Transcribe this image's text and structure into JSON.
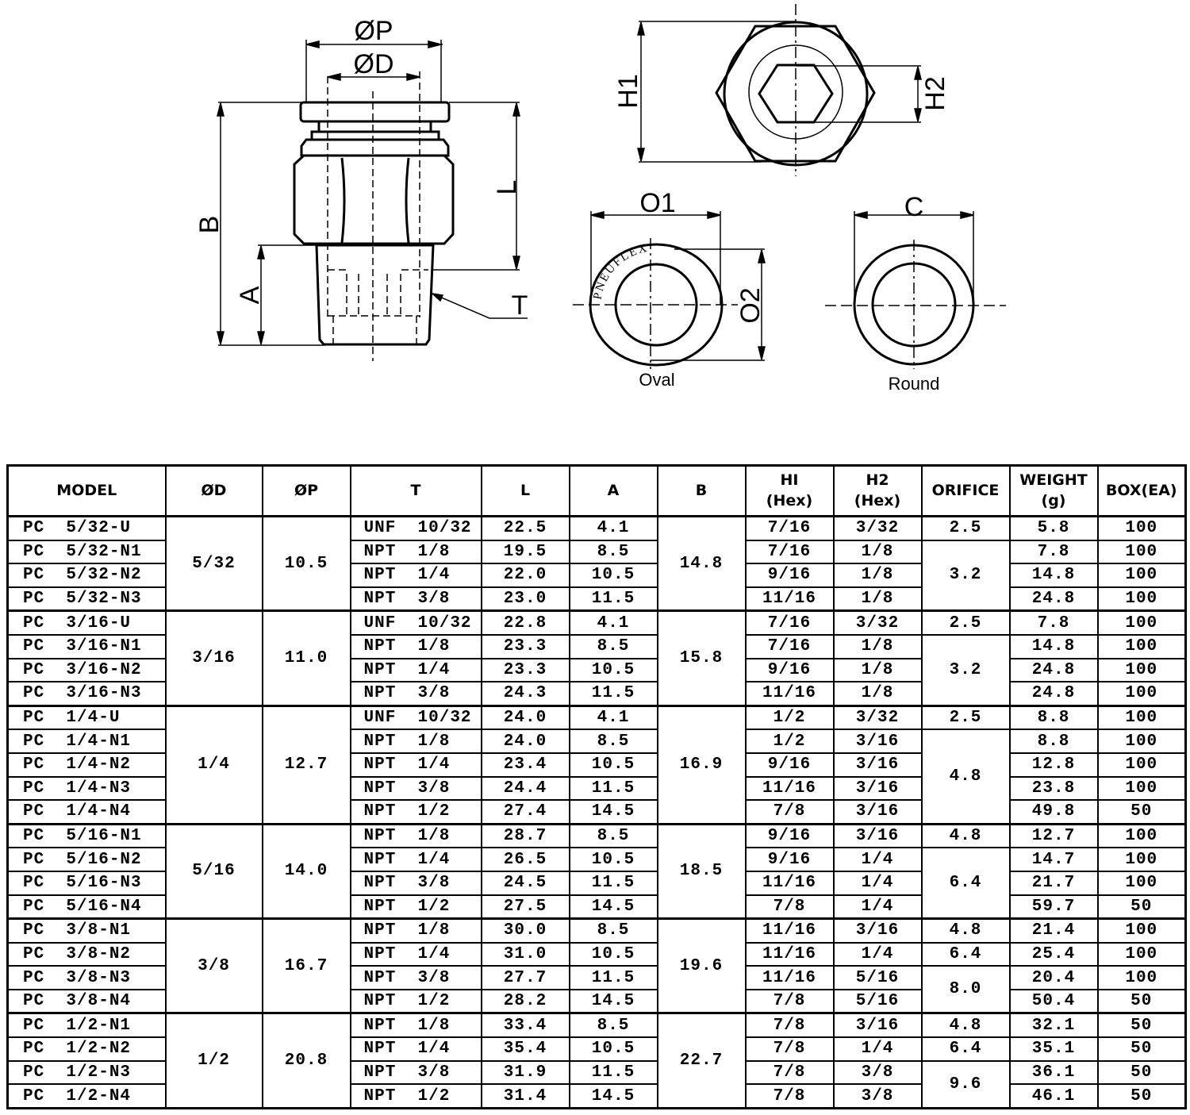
{
  "drawing": {
    "side_view": {
      "labels": {
        "p": "ØP",
        "d": "ØD",
        "b": "B",
        "l": "L",
        "a": "A",
        "t": "T"
      }
    },
    "top_view": {
      "labels": {
        "h1": "H1",
        "h2": "H2"
      }
    },
    "oval_view": {
      "labels": {
        "o1": "O1",
        "o2": "O2",
        "caption": "Oval",
        "brand": "PNEUFLEX"
      }
    },
    "round_view": {
      "labels": {
        "c": "C",
        "caption": "Round"
      }
    }
  },
  "table": {
    "headers": [
      {
        "line1": "MODEL",
        "line2": ""
      },
      {
        "line1": "ØD",
        "line2": ""
      },
      {
        "line1": "ØP",
        "line2": ""
      },
      {
        "line1": "T",
        "line2": ""
      },
      {
        "line1": "L",
        "line2": ""
      },
      {
        "line1": "A",
        "line2": ""
      },
      {
        "line1": "B",
        "line2": ""
      },
      {
        "line1": "HI",
        "line2": "(Hex)"
      },
      {
        "line1": "H2",
        "line2": "(Hex)"
      },
      {
        "line1": "ORIFICE",
        "line2": ""
      },
      {
        "line1": "WEIGHT",
        "line2": "(g)"
      },
      {
        "line1": "BOX(EA)",
        "line2": ""
      }
    ],
    "groups": [
      {
        "od": "5/32",
        "op": "10.5",
        "b": "14.8",
        "rows": [
          {
            "model": "PC  5/32-U",
            "t": "UNF  10/32",
            "l": "22.5",
            "a": "4.1",
            "h1": "7/16",
            "h2": "3/32",
            "orifice": "2.5",
            "weight": "5.8",
            "box": "100"
          },
          {
            "model": "PC  5/32-N1",
            "t": "NPT  1/8",
            "l": "19.5",
            "a": "8.5",
            "h1": "7/16",
            "h2": "1/8",
            "orifice": "3.2",
            "weight": "7.8",
            "box": "100"
          },
          {
            "model": "PC  5/32-N2",
            "t": "NPT  1/4",
            "l": "22.0",
            "a": "10.5",
            "h1": "9/16",
            "h2": "1/8",
            "orifice": "",
            "weight": "14.8",
            "box": "100"
          },
          {
            "model": "PC  5/32-N3",
            "t": "NPT  3/8",
            "l": "23.0",
            "a": "11.5",
            "h1": "11/16",
            "h2": "1/8",
            "orifice": "",
            "weight": "24.8",
            "box": "100"
          }
        ]
      },
      {
        "od": "3/16",
        "op": "11.0",
        "b": "15.8",
        "rows": [
          {
            "model": "PC  3/16-U",
            "t": "UNF  10/32",
            "l": "22.8",
            "a": "4.1",
            "h1": "7/16",
            "h2": "3/32",
            "orifice": "2.5",
            "weight": "7.8",
            "box": "100"
          },
          {
            "model": "PC  3/16-N1",
            "t": "NPT  1/8",
            "l": "23.3",
            "a": "8.5",
            "h1": "7/16",
            "h2": "1/8",
            "orifice": "3.2",
            "weight": "14.8",
            "box": "100"
          },
          {
            "model": "PC  3/16-N2",
            "t": "NPT  1/4",
            "l": "23.3",
            "a": "10.5",
            "h1": "9/16",
            "h2": "1/8",
            "orifice": "",
            "weight": "24.8",
            "box": "100"
          },
          {
            "model": "PC  3/16-N3",
            "t": "NPT  3/8",
            "l": "24.3",
            "a": "11.5",
            "h1": "11/16",
            "h2": "1/8",
            "orifice": "",
            "weight": "24.8",
            "box": "100"
          }
        ]
      },
      {
        "od": "1/4",
        "op": "12.7",
        "b": "16.9",
        "rows": [
          {
            "model": "PC  1/4-U",
            "t": "UNF  10/32",
            "l": "24.0",
            "a": "4.1",
            "h1": "1/2",
            "h2": "3/32",
            "orifice": "2.5",
            "weight": "8.8",
            "box": "100"
          },
          {
            "model": "PC  1/4-N1",
            "t": "NPT  1/8",
            "l": "24.0",
            "a": "8.5",
            "h1": "1/2",
            "h2": "3/16",
            "orifice": "4.8",
            "weight": "8.8",
            "box": "100"
          },
          {
            "model": "PC  1/4-N2",
            "t": "NPT  1/4",
            "l": "23.4",
            "a": "10.5",
            "h1": "9/16",
            "h2": "3/16",
            "orifice": "",
            "weight": "12.8",
            "box": "100"
          },
          {
            "model": "PC  1/4-N3",
            "t": "NPT  3/8",
            "l": "24.4",
            "a": "11.5",
            "h1": "11/16",
            "h2": "3/16",
            "orifice": "",
            "weight": "23.8",
            "box": "100"
          },
          {
            "model": "PC  1/4-N4",
            "t": "NPT  1/2",
            "l": "27.4",
            "a": "14.5",
            "h1": "7/8",
            "h2": "3/16",
            "orifice": "",
            "weight": "49.8",
            "box": "50"
          }
        ]
      },
      {
        "od": "5/16",
        "op": "14.0",
        "b": "18.5",
        "rows": [
          {
            "model": "PC  5/16-N1",
            "t": "NPT  1/8",
            "l": "28.7",
            "a": "8.5",
            "h1": "9/16",
            "h2": "3/16",
            "orifice": "4.8",
            "weight": "12.7",
            "box": "100"
          },
          {
            "model": "PC  5/16-N2",
            "t": "NPT  1/4",
            "l": "26.5",
            "a": "10.5",
            "h1": "9/16",
            "h2": "1/4",
            "orifice": "6.4",
            "weight": "14.7",
            "box": "100"
          },
          {
            "model": "PC  5/16-N3",
            "t": "NPT  3/8",
            "l": "24.5",
            "a": "11.5",
            "h1": "11/16",
            "h2": "1/4",
            "orifice": "",
            "weight": "21.7",
            "box": "100"
          },
          {
            "model": "PC  5/16-N4",
            "t": "NPT  1/2",
            "l": "27.5",
            "a": "14.5",
            "h1": "7/8",
            "h2": "1/4",
            "orifice": "",
            "weight": "59.7",
            "box": "50"
          }
        ]
      },
      {
        "od": "3/8",
        "op": "16.7",
        "b": "19.6",
        "rows": [
          {
            "model": "PC  3/8-N1",
            "t": "NPT  1/8",
            "l": "30.0",
            "a": "8.5",
            "h1": "11/16",
            "h2": "3/16",
            "orifice": "4.8",
            "weight": "21.4",
            "box": "100"
          },
          {
            "model": "PC  3/8-N2",
            "t": "NPT  1/4",
            "l": "31.0",
            "a": "10.5",
            "h1": "11/16",
            "h2": "1/4",
            "orifice": "6.4",
            "weight": "25.4",
            "box": "100"
          },
          {
            "model": "PC  3/8-N3",
            "t": "NPT  3/8",
            "l": "27.7",
            "a": "11.5",
            "h1": "11/16",
            "h2": "5/16",
            "orifice": "8.0",
            "weight": "20.4",
            "box": "100"
          },
          {
            "model": "PC  3/8-N4",
            "t": "NPT  1/2",
            "l": "28.2",
            "a": "14.5",
            "h1": "7/8",
            "h2": "5/16",
            "orifice": "",
            "weight": "50.4",
            "box": "50"
          }
        ]
      },
      {
        "od": "1/2",
        "op": "20.8",
        "b": "22.7",
        "rows": [
          {
            "model": "PC  1/2-N1",
            "t": "NPT  1/8",
            "l": "33.4",
            "a": "8.5",
            "h1": "7/8",
            "h2": "3/16",
            "orifice": "4.8",
            "weight": "32.1",
            "box": "50"
          },
          {
            "model": "PC  1/2-N2",
            "t": "NPT  1/4",
            "l": "35.4",
            "a": "10.5",
            "h1": "7/8",
            "h2": "1/4",
            "orifice": "6.4",
            "weight": "35.1",
            "box": "50"
          },
          {
            "model": "PC  1/2-N3",
            "t": "NPT  3/8",
            "l": "31.9",
            "a": "11.5",
            "h1": "7/8",
            "h2": "3/8",
            "orifice": "9.6",
            "weight": "36.1",
            "box": "50"
          },
          {
            "model": "PC  1/2-N4",
            "t": "NPT  1/2",
            "l": "31.4",
            "a": "14.5",
            "h1": "7/8",
            "h2": "3/8",
            "orifice": "",
            "weight": "46.1",
            "box": "50"
          }
        ]
      }
    ]
  }
}
